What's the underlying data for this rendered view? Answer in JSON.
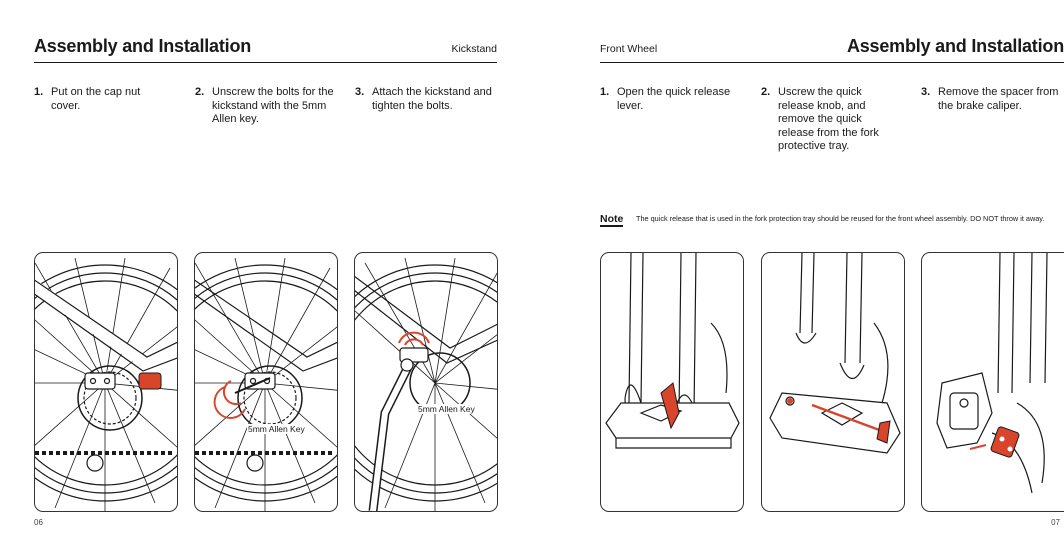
{
  "left_page": {
    "title": "Assembly and Installation",
    "section": "Kickstand",
    "steps": [
      {
        "num": "1.",
        "text": "Put on the cap nut cover."
      },
      {
        "num": "2.",
        "text": "Unscrew the bolts for the kickstand with the 5mm Allen key."
      },
      {
        "num": "3.",
        "text": "Attach the kickstand and tighten the bolts."
      }
    ],
    "callouts": [
      "5mm Allen Key",
      "5mm Allen Key"
    ],
    "page_number": "06"
  },
  "right_page": {
    "title": "Assembly and Installation",
    "section": "Front Wheel",
    "steps": [
      {
        "num": "1.",
        "text": "Open the quick release lever."
      },
      {
        "num": "2.",
        "text": "Uscrew the quick release knob, and remove the quick release from the fork protective tray."
      },
      {
        "num": "3.",
        "text": "Remove the spacer from the brake caliper."
      }
    ],
    "note_label": "Note",
    "note_text": "The quick release that is used in the fork protection tray should be reused for the front wheel assembly. DO NOT throw it away.",
    "page_number": "07"
  },
  "colors": {
    "accent": "#d9452b",
    "ink": "#1a1a1a"
  },
  "icons": [
    "wheel-illustration",
    "kickstand-illustration",
    "fork-tray-illustration",
    "brake-caliper-illustration"
  ]
}
